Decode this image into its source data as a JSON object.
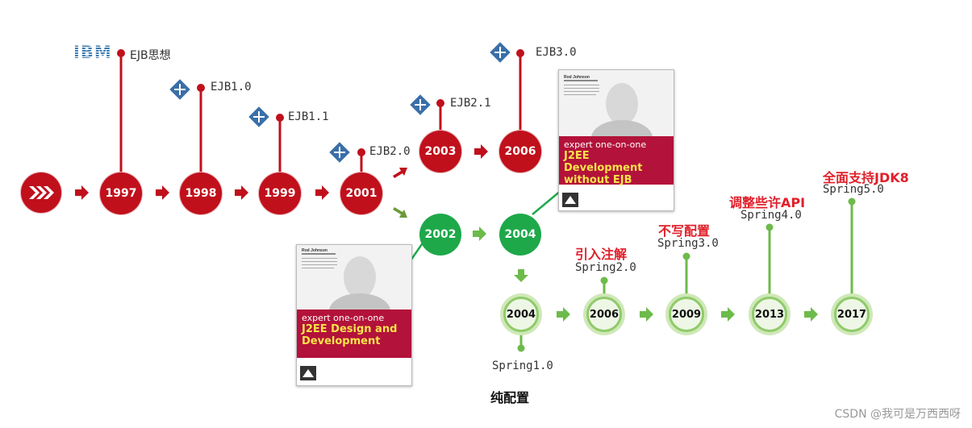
{
  "ejb_timeline": {
    "start_icon": "chevrons-icon",
    "nodes": [
      {
        "year": "1997",
        "label": "EJB思想",
        "logo": "ibm-logo"
      },
      {
        "year": "1998",
        "label": "EJB1.0",
        "logo": "ejb-logo"
      },
      {
        "year": "1999",
        "label": "EJB1.1",
        "logo": "ejb-logo"
      },
      {
        "year": "2001",
        "label": "EJB2.0",
        "logo": "ejb-logo"
      },
      {
        "year": "2003",
        "label": "EJB2.1",
        "logo": "ejb-logo"
      },
      {
        "year": "2006",
        "label": "EJB3.0",
        "logo": "ejb-logo"
      }
    ],
    "ibm_text": "IBM"
  },
  "spring_origin": {
    "nodes": [
      "2002",
      "2004"
    ]
  },
  "spring_versions": [
    {
      "year": "2004",
      "version": "Spring1.0",
      "note": ""
    },
    {
      "year": "2006",
      "version": "Spring2.0",
      "note": "引入注解"
    },
    {
      "year": "2009",
      "version": "Spring3.0",
      "note": "不写配置"
    },
    {
      "year": "2013",
      "version": "Spring4.0",
      "note": "调整些许API"
    },
    {
      "year": "2017",
      "version": "Spring5.0",
      "note": "全面支持JDK8"
    }
  ],
  "books": [
    {
      "author": "Rod Johnson",
      "series": "expert one-on-one",
      "title_line1": "J2EE Design and",
      "title_line2": "Development"
    },
    {
      "author": "Rod Johnson",
      "series": "expert one-on-one",
      "title_line1": "J2EE Development",
      "title_line2": "without EJB"
    }
  ],
  "caption": "纯配置",
  "watermark": "CSDN @我可是万西西呀",
  "colors": {
    "red": "#c0101c",
    "green": "#1ea84a",
    "ring": "#8fcb6a",
    "note_red": "#e0202a"
  }
}
